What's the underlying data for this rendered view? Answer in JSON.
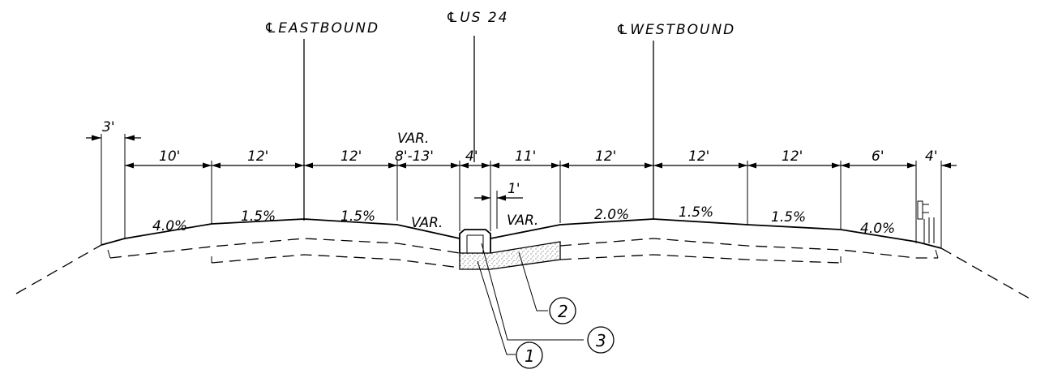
{
  "centerlines": {
    "eastbound": "℄EASTBOUND",
    "us24": "℄US 24",
    "westbound": "℄WESTBOUND"
  },
  "dimensions": {
    "d_3": "3'",
    "d_10": "10'",
    "d_12a": "12'",
    "d_12b": "12'",
    "d_var_top": "VAR.",
    "d_var_range": "8'-13'",
    "d_4a": "4'",
    "d_11": "11'",
    "d_1": "1'",
    "d_12c": "12'",
    "d_12d": "12'",
    "d_12e": "12'",
    "d_6": "6'",
    "d_4b": "4'"
  },
  "slopes": {
    "s1": "4.0%",
    "s2": "1.5%",
    "s3": "1.5%",
    "s4": "VAR.",
    "s5": "VAR.",
    "s6": "2.0%",
    "s7": "1.5%",
    "s8": "1.5%",
    "s9": "4.0%"
  },
  "callouts": {
    "c1": "1",
    "c2": "2",
    "c3": "3"
  }
}
